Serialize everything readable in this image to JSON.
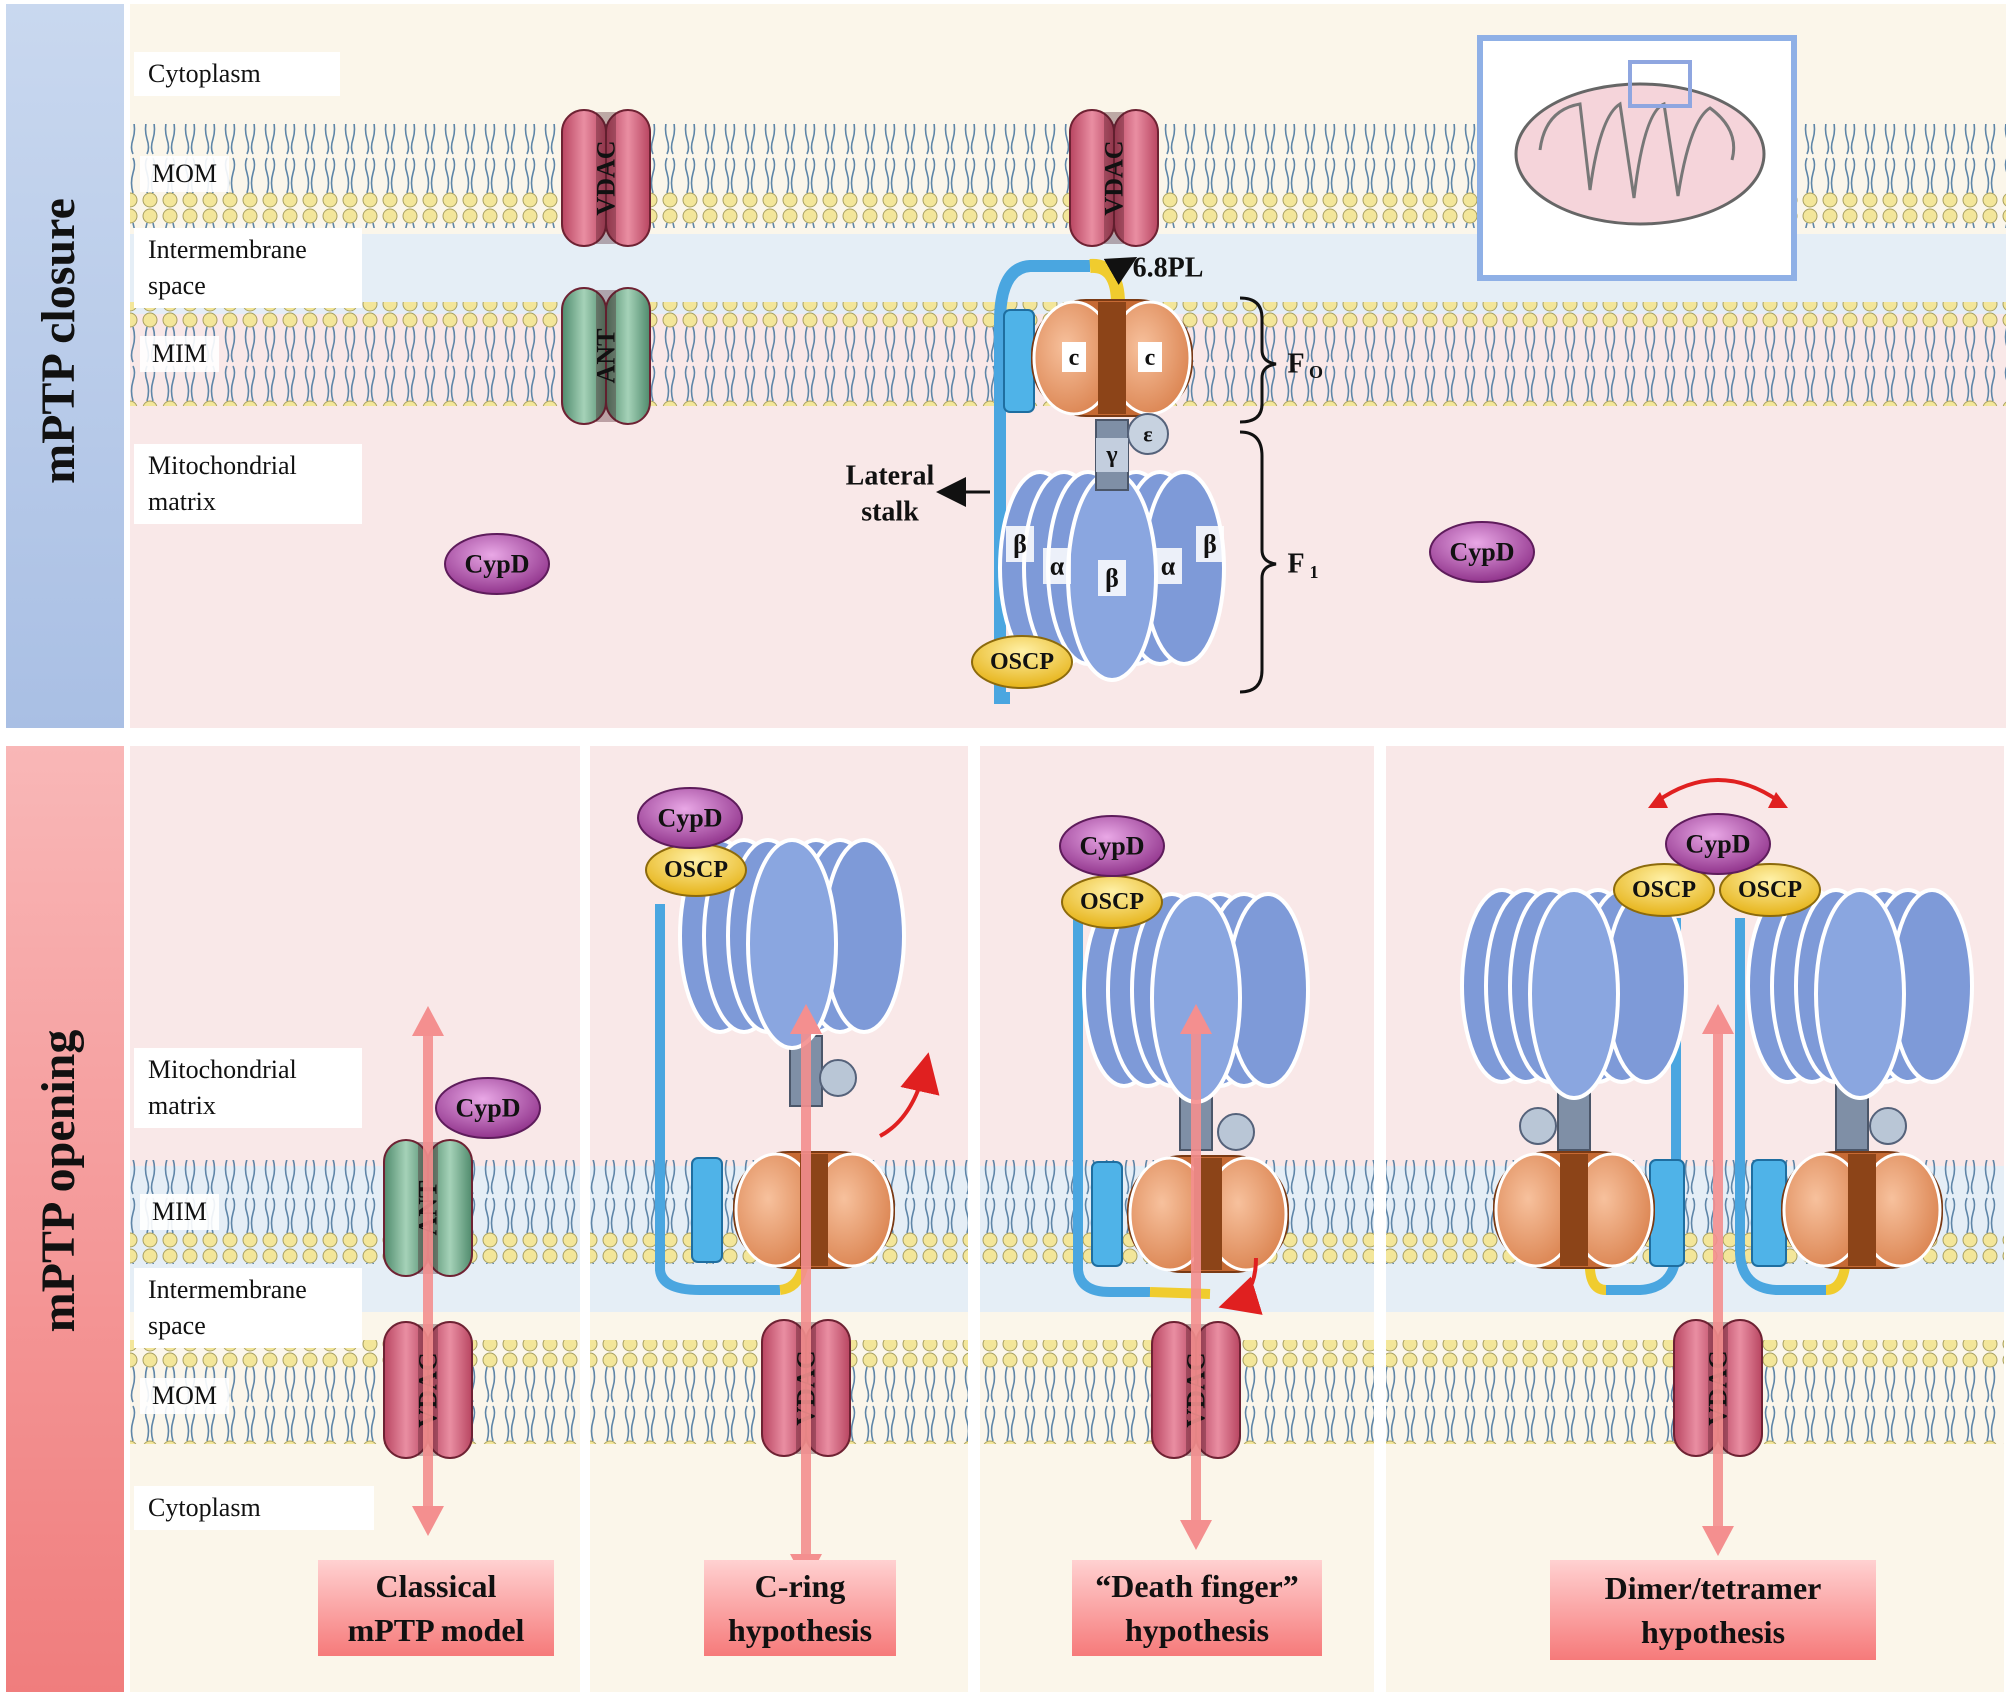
{
  "panels": {
    "closure_title": "mPTP closure",
    "opening_title": "mPTP opening"
  },
  "closure_labels": {
    "cytoplasm": "Cytoplasm",
    "mom": "MOM",
    "intermembrane_line1": "Intermembrane",
    "intermembrane_line2": "space",
    "mim": "MIM",
    "matrix_line1": "Mitochondrial",
    "matrix_line2": "matrix"
  },
  "opening_labels": {
    "matrix_line1": "Mitochondrial",
    "matrix_line2": "matrix",
    "mim": "MIM",
    "intermembrane_line1": "Intermembrane",
    "intermembrane_line2": "space",
    "mom": "MOM",
    "cytoplasm": "Cytoplasm"
  },
  "proteins": {
    "vdac": "VDAC",
    "ant": "ANT",
    "cypd": "CypD",
    "oscp": "OSCP",
    "c_subunit": "c",
    "gamma": "γ",
    "epsilon": "ε",
    "alpha": "α",
    "beta": "β",
    "pl": "6.8PL",
    "lateral_stalk_line1": "Lateral",
    "lateral_stalk_line2": "stalk",
    "fo": "F",
    "fo_sub": "O",
    "f1": "F",
    "f1_sub": "1"
  },
  "hypotheses": [
    {
      "line1": "Classical",
      "line2": "mPTP model"
    },
    {
      "line1": "C-ring",
      "line2": "hypothesis"
    },
    {
      "line1": "“Death finger”",
      "line2": "hypothesis"
    },
    {
      "line1": "Dimer/tetramer",
      "line2": "hypothesis"
    }
  ],
  "colors": {
    "closure_band": "#b9cdea",
    "opening_band": "#f59a9a",
    "cytoplasm_bg": "#fbf6ea",
    "ims_bg": "#e5eef6",
    "matrix_bg": "#f9e8e8",
    "lipid_head": "#f3e69a",
    "vdac": "#d86d84",
    "ant": "#7fb89a",
    "cypd": "#a33b9e",
    "oscp": "#f5cb3a",
    "f1": "#7e9ad8",
    "fo": "#e79a6a",
    "stalk": "#4aa6e0",
    "arrow": "#f48f8f"
  }
}
